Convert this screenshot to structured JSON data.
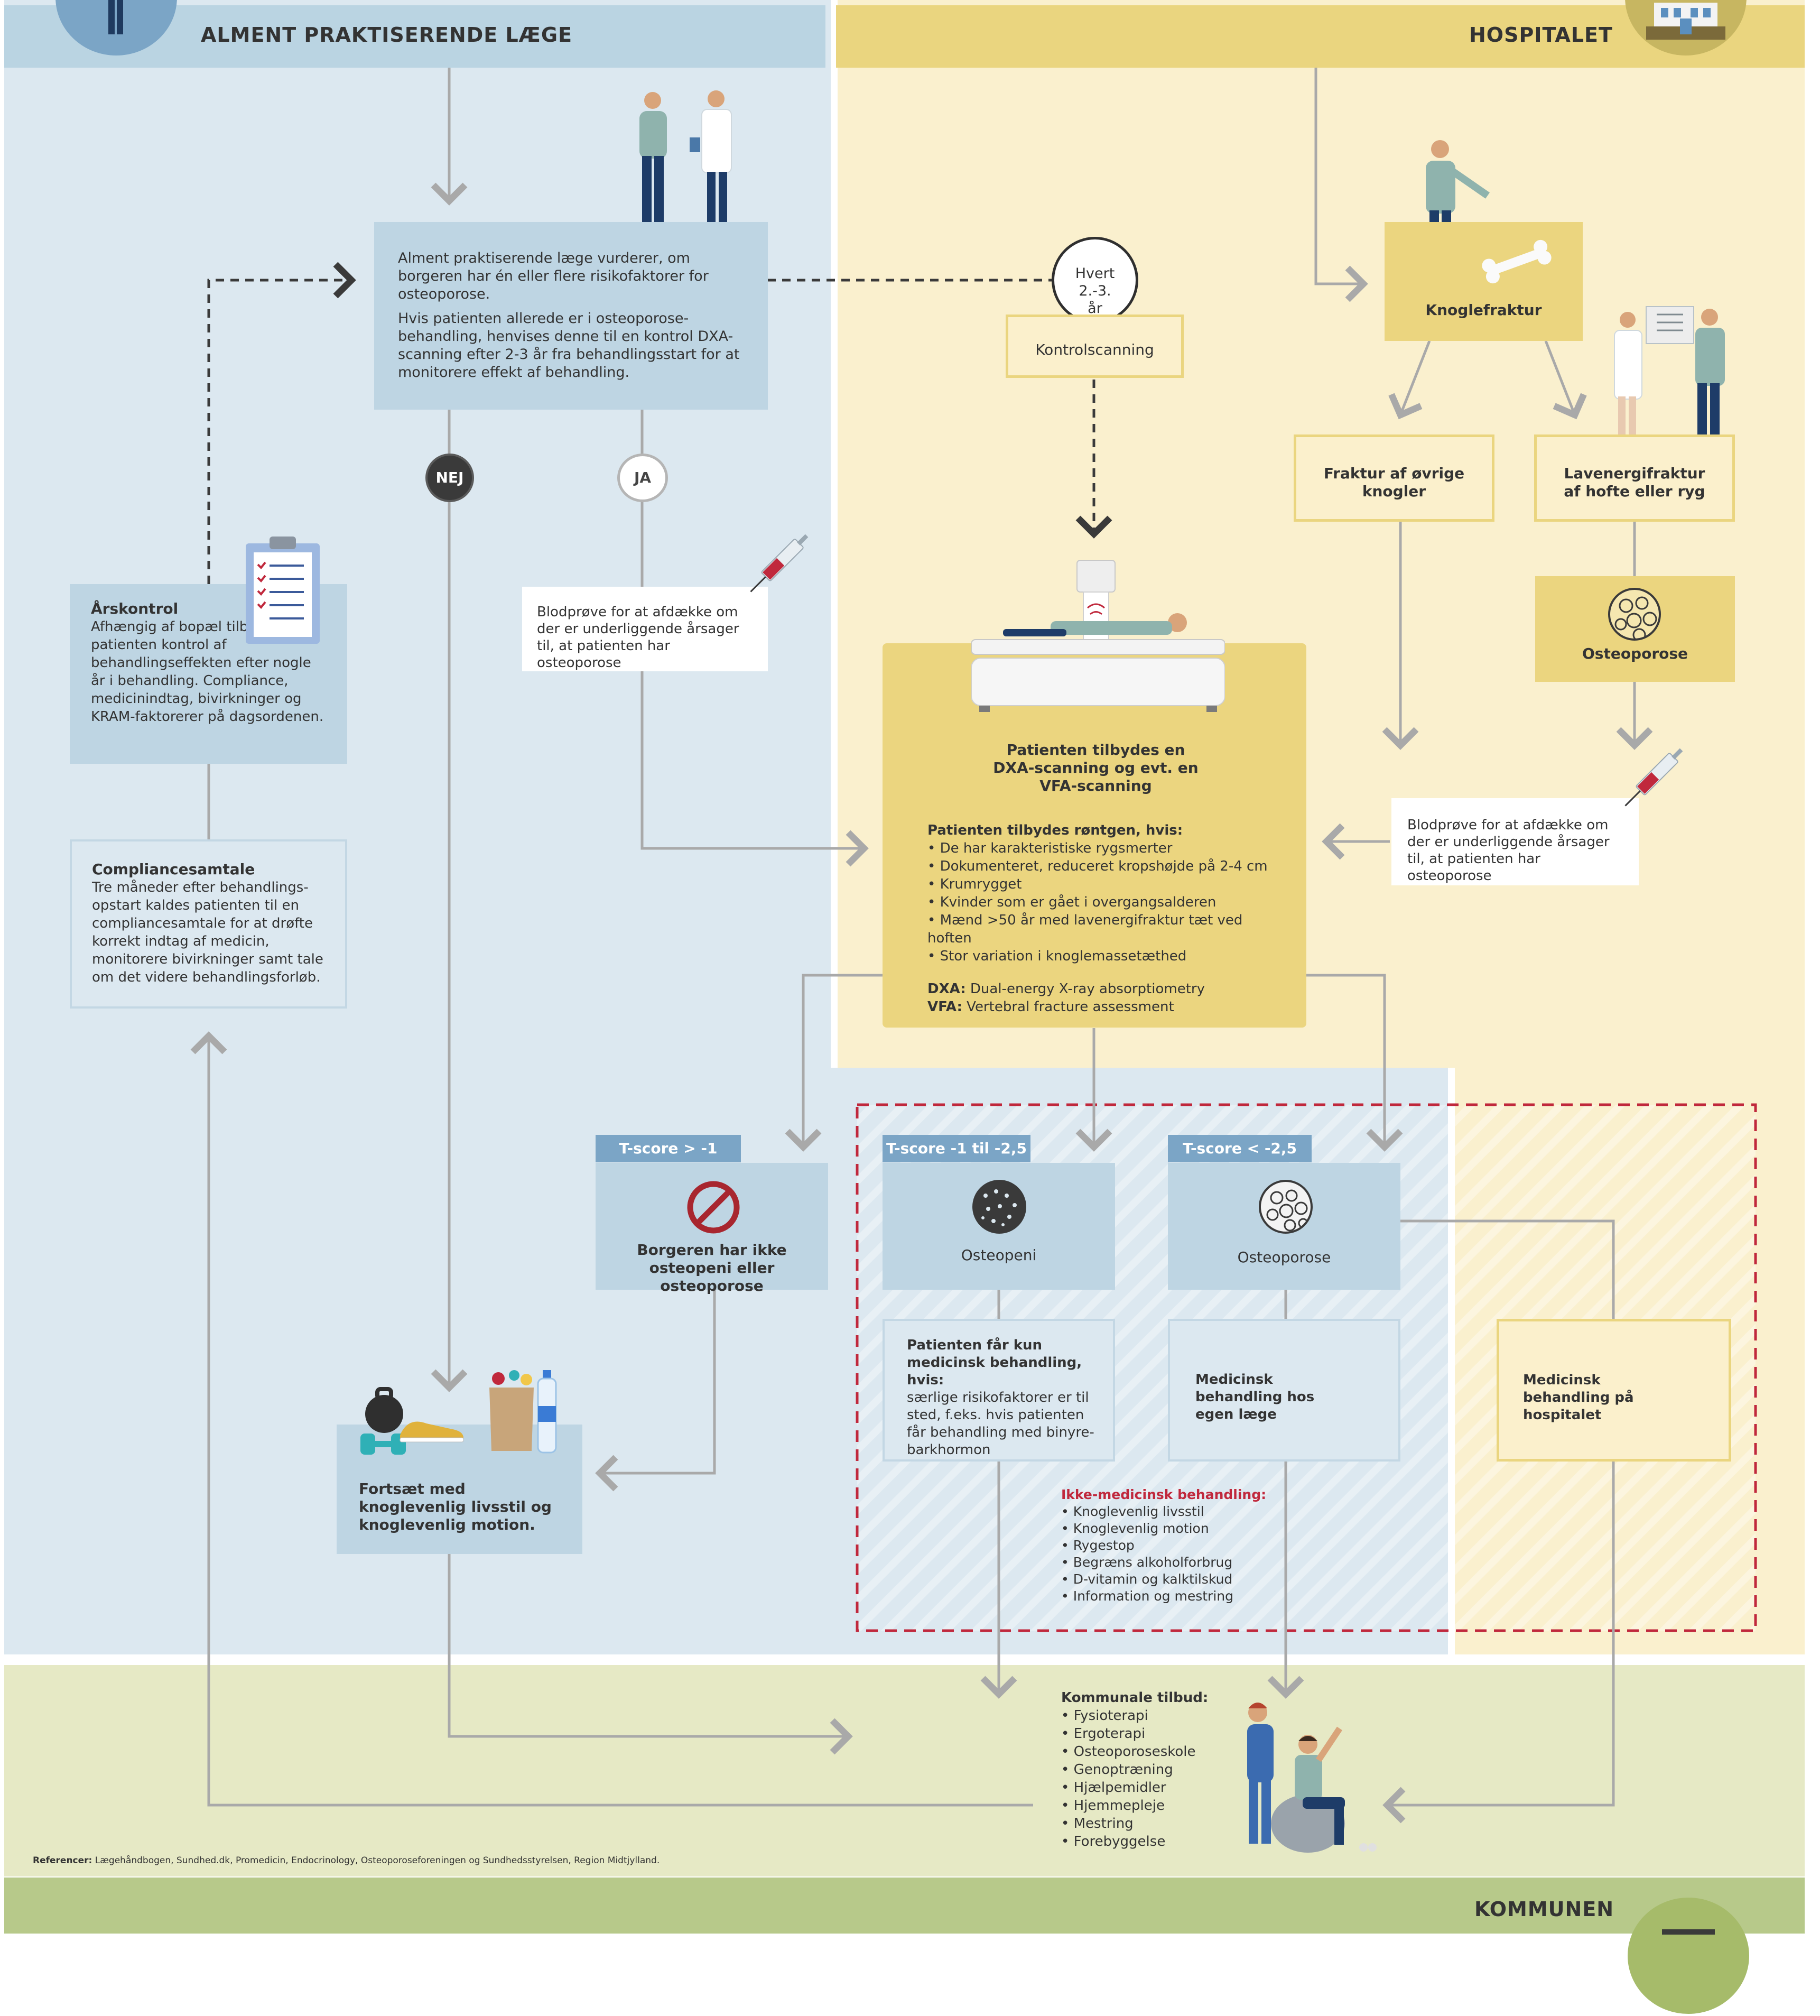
{
  "header": {
    "gp_title": "ALMENT PRAKTISERENDE LÆGE",
    "hospital_title": "HOSPITALET",
    "municipality_title": "KOMMUNEN"
  },
  "gp": {
    "assess_p1": "Alment praktiserende læge vurderer, om borgeren har én eller flere risikofaktorer for osteoporose.",
    "assess_p2": "Hvis patienten allerede er i osteoporose-behandling, henvises denne til en kontrol DXA-scanning efter 2-3 år fra behandlingsstart for at monitorere effekt af behandling.",
    "no_label": "NEJ",
    "yes_label": "JA",
    "blood_test": "Blodprøve for at afdække om der er underliggende årsager til, at patienten har osteoporose",
    "annual_title": "Årskontrol",
    "annual_body": "Afhængig af bopæl tilbydes patienten kontrol af behandlingseffekten efter nogle år i behandling. Compliance, medicinindtag, bivirkninger og KRAM-faktorerer på dagsordenen.",
    "compliance_title": "Compliancesamtale",
    "compliance_body": "Tre måneder efter behandlings-opstart kaldes patienten til en compliancesamtale for at drøfte korrekt indtag af medicin, monitorere bivirkninger samt tale om det videre behandlingsforløb.",
    "lifestyle": "Fortsæt med knoglevenlig livsstil og knoglevenlig motion."
  },
  "hospital": {
    "interval_label": "Hvert 2.-3. år",
    "control_scan": "Kontrolscanning",
    "fracture": "Knoglefraktur",
    "other_fracture": "Fraktur af øvrige knogler",
    "low_energy_fracture": "Lavenergifraktur af hofte eller ryg",
    "osteoporosis": "Osteoporose",
    "blood_test": "Blodprøve for at afdække om der er underliggende årsager til, at patienten har osteoporose",
    "scan_title": "Patienten tilbydes en DXA-scanning og evt. en VFA-scanning",
    "xray_heading": "Patienten tilbydes røntgen, hvis:",
    "xray_items": [
      "De har karakteristiske rygsmerter",
      "Dokumenteret, reduceret kropshøjde på 2-4 cm",
      "Krumrygget",
      "Kvinder som er gået i overgangsalderen",
      "Mænd >50 år med lavenergifraktur tæt ved hoften",
      "Stor variation i knoglemassetæthed"
    ],
    "dxa_abbr": "DXA:",
    "dxa_text": "Dual-energy X-ray absorptiometry",
    "vfa_abbr": "VFA:",
    "vfa_text": "Vertebral fracture assessment"
  },
  "results": {
    "tscore_1_label": "T-score > -1",
    "tscore_1_text": "Borgeren har ikke osteopeni eller osteoporose",
    "tscore_2_label": "T-score -1 til -2,5",
    "tscore_2_text": "Osteopeni",
    "tscore_3_label": "T-score < -2,5",
    "tscore_3_text": "Osteoporose",
    "osteopenia_med_title": "Patienten får kun medicinsk behandling, hvis:",
    "osteopenia_med_body": "særlige risikofaktorer er til sted, f.eks. hvis patienten får behandling med binyre-barkhormon",
    "gp_treatment": "Medicinsk behandling hos egen læge",
    "hospital_treatment": "Medicinsk behandling på hospitalet",
    "non_med_title": "Ikke-medicinsk behandling:",
    "non_med_items": [
      "Knoglevenlig livsstil",
      "Knoglevenlig motion",
      "Rygestop",
      "Begræns alkoholforbrug",
      "D-vitamin og kalktilskud",
      "Information og mestring"
    ]
  },
  "municipality": {
    "offers_title": "Kommunale tilbud:",
    "offers": [
      "Fysioterapi",
      "Ergoterapi",
      "Osteoporoseskole",
      "Genoptræning",
      "Hjælpemidler",
      "Hjemmepleje",
      "Mestring",
      "Forebyggelse"
    ],
    "references_label": "Referencer:",
    "references_text": "Lægehåndbogen, Sundhed.dk, Promedicin, Endocrinology, Osteoporoseforeningen og Sundhedsstyrelsen, Region Midtjylland."
  },
  "colors": {
    "gp_zone": "#dce8f0",
    "gp_header": "#bad4e2",
    "hospital_zone": "#faf0ce",
    "hospital_header": "#ead57f",
    "municipality_zone": "#e6e9c5",
    "municipality_header": "#b7c98a",
    "box_blue": "#bed5e3",
    "box_yellow": "#ebd57f",
    "tab_blue": "#7ba5c6",
    "arrow_gray": "#a9a9a9",
    "dashed_red": "#c0283c",
    "no_badge": "#3a3a3a"
  },
  "icons": [
    "person-icon",
    "hospital-building-icon",
    "doctor-patient-icon",
    "clipboard-icon",
    "syringe-icon",
    "bone-icon",
    "xray-consultation-icon",
    "dxa-scanner-icon",
    "bone-texture-icon",
    "no-entry-icon",
    "dumbbell-icon",
    "sneaker-icon",
    "grocery-bag-icon",
    "water-bottle-icon",
    "physiotherapy-icon"
  ]
}
